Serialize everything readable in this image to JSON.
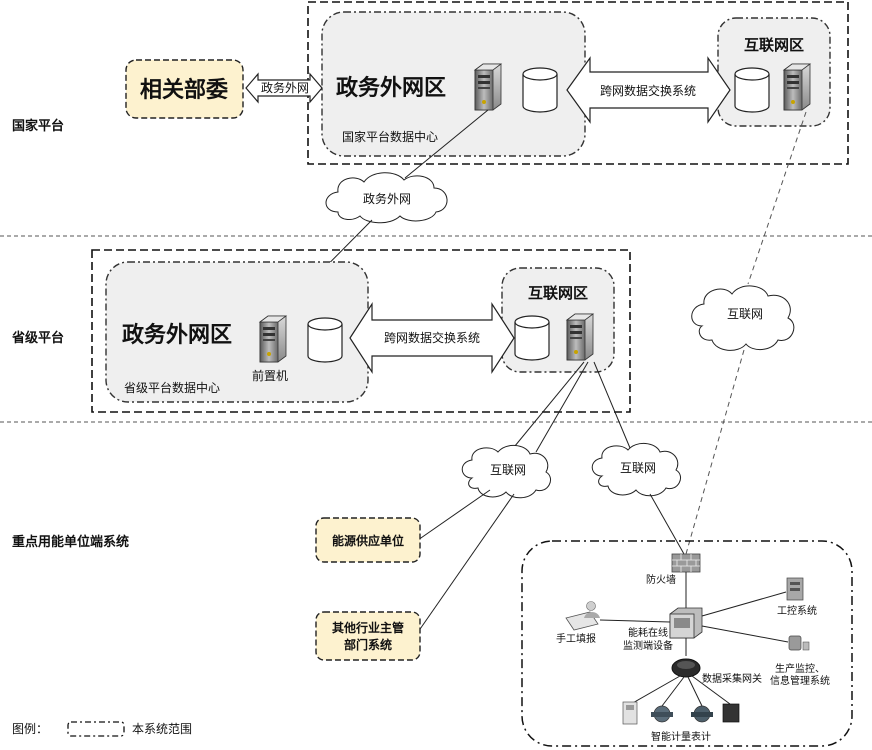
{
  "tiers": {
    "national": "国家平台",
    "provincial": "省级平台",
    "enterprise": "重点用能单位端系统"
  },
  "national": {
    "ministries": "相关部委",
    "gov_net_link": "政务外网",
    "gov_zone": "政务外网区",
    "center": "国家平台数据中心",
    "exchange": "跨网数据交换系统",
    "internet_zone": "互联网区"
  },
  "clouds": {
    "gov": "政务外网",
    "internet_right": "互联网",
    "internet_a": "互联网",
    "internet_b": "互联网"
  },
  "provincial": {
    "gov_zone": "政务外网区",
    "front_server": "前置机",
    "center": "省级平台数据中心",
    "exchange": "跨网数据交换系统",
    "internet_zone": "互联网区"
  },
  "enterprise": {
    "energy_supplier": "能源供应单位",
    "other_dept_line1": "其他行业主管",
    "other_dept_line2": "部门系统",
    "firewall": "防火墙",
    "manual": "手工填报",
    "device_line1": "能耗在线",
    "device_line2": "监测端设备",
    "industrial": "工控系统",
    "production_line1": "生产监控、",
    "production_line2": "信息管理系统",
    "gateway": "数据采集网关",
    "meters": "智能计量表计"
  },
  "legend": {
    "prefix": "图例：",
    "label": "本系统范围"
  }
}
